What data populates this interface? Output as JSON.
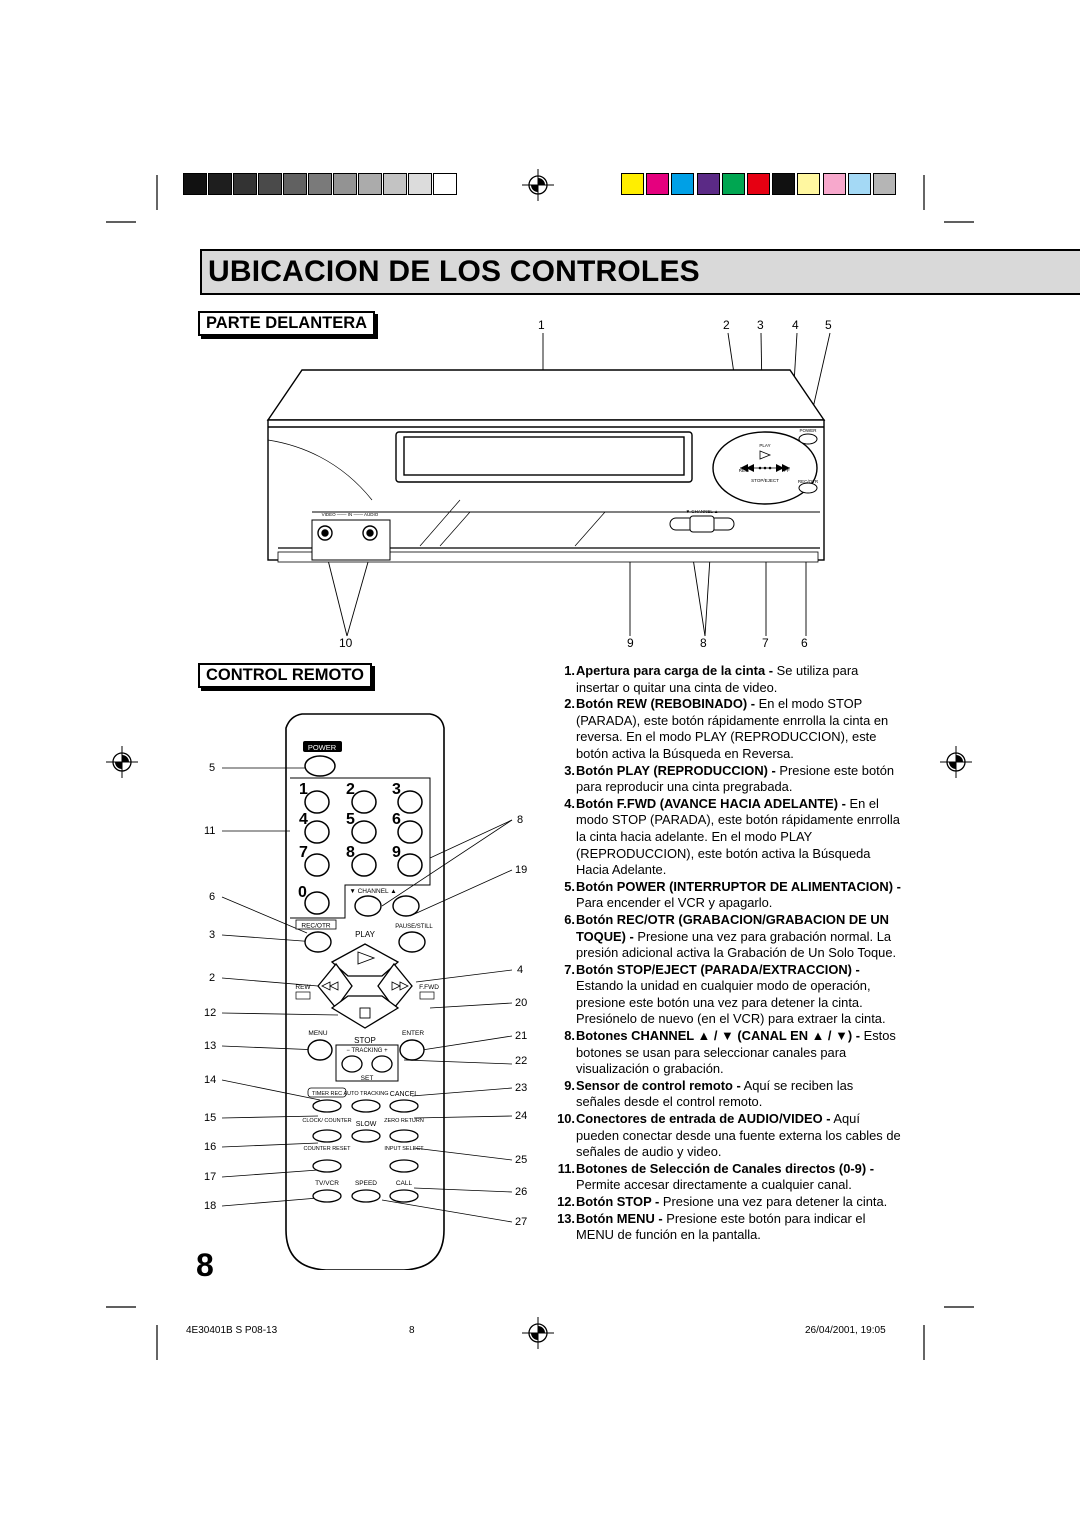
{
  "title": "UBICACION DE LOS CONTROLES",
  "sections": {
    "front": "PARTE DELANTERA",
    "remote": "CONTROL REMOTO"
  },
  "front_callouts_top": [
    "1",
    "2",
    "3",
    "4",
    "5"
  ],
  "front_callouts_bottom": [
    "10",
    "9",
    "8",
    "7",
    "6"
  ],
  "vcr_labels": {
    "power": "POWER",
    "play": "PLAY",
    "rew": "REW",
    "ff": "FF",
    "stop_eject": "STOP/EJECT",
    "rec_otr": "REC/OTR",
    "channel": "▼  CHANNEL  ▲",
    "video_in_audio": "VIDEO ─── IN ─── AUDIO"
  },
  "remote_left_callouts": [
    "5",
    "11",
    "6",
    "3",
    "2",
    "12",
    "13",
    "14",
    "15",
    "16",
    "17",
    "18"
  ],
  "remote_right_callouts": [
    "8",
    "19",
    "4",
    "20",
    "21",
    "22",
    "23",
    "24",
    "25",
    "26",
    "27"
  ],
  "remote_labels": {
    "power": "POWER",
    "digits": [
      "1",
      "2",
      "3",
      "4",
      "5",
      "6",
      "7",
      "8",
      "9",
      "0"
    ],
    "channel": "▼ CHANNEL ▲",
    "rec_otr": "REC/OTR",
    "pause_still": "PAUSE/STILL",
    "play": "PLAY",
    "rew": "REW",
    "ffwd": "F.FWD",
    "menu": "MENU",
    "enter": "ENTER",
    "stop": "STOP",
    "tracking": "− TRACKING +",
    "set": "SET",
    "timer_rec": "TIMER REC",
    "auto_tracking": "AUTO TRACKING",
    "cancel": "CANCEL",
    "clock_counter": "CLOCK/ COUNTER",
    "slow": "SLOW",
    "zero_return": "ZERO RETURN",
    "counter_reset": "COUNTER RESET",
    "input_select": "INPUT SELECT",
    "tv_vcr": "TV/VCR",
    "speed": "SPEED",
    "call": "CALL"
  },
  "descriptions": [
    {
      "num": "1.",
      "label": "Apertura para carga de la cinta -",
      "text": " Se utiliza para insertar o quitar una cinta de video."
    },
    {
      "num": "2.",
      "label": "Botón REW (REBOBINADO) -",
      "text": " En el modo STOP (PARADA), este botón rápidamente enrrolla la cinta en reversa. En el modo PLAY (REPRODUCCION), este botón activa la Búsqueda en Reversa."
    },
    {
      "num": "3.",
      "label": "Botón PLAY (REPRODUCCION) -",
      "text": " Presione este botón para reproducir una cinta pregrabada."
    },
    {
      "num": "4.",
      "label": "Botón F.FWD (AVANCE HACIA ADELANTE) -",
      "text": " En el modo STOP (PARADA), este botón rápidamente enrrolla la cinta hacia adelante. En el modo PLAY (REPRODUCCION), este botón activa la Búsqueda Hacia Adelante."
    },
    {
      "num": "5.",
      "label": "Botón POWER (INTERRUPTOR DE ALIMENTACION) -",
      "text": " Para encender el VCR y apagarlo."
    },
    {
      "num": "6.",
      "label": "Botón REC/OTR (GRABACION/GRABACION DE UN TOQUE) -",
      "text": " Presione una vez para grabación normal. La presión adicional activa la Grabación de Un Solo Toque."
    },
    {
      "num": "7.",
      "label": "Botón STOP/EJECT (PARADA/EXTRACCION) -",
      "text": " Estando la unidad en cualquier modo de operación, presione este botón una vez para detener la cinta. Presiónelo de nuevo (en el VCR) para extraer la cinta."
    },
    {
      "num": "8.",
      "label": "Botones CHANNEL ▲ / ▼ (CANAL EN ▲ / ▼) -",
      "text": " Estos botones se usan para seleccionar canales para visualización o grabación."
    },
    {
      "num": "9.",
      "label": "Sensor de control remoto -",
      "text": " Aquí se reciben las señales desde el control remoto."
    },
    {
      "num": "10.",
      "label": "Conectores de entrada de AUDIO/VIDEO -",
      "text": " Aquí pueden conectar desde una fuente externa los cables de señales de audio y video."
    },
    {
      "num": "11.",
      "label": "Botones de Selección de Canales directos (0-9) -",
      "text": " Permite accesar directamente a cualquier canal."
    },
    {
      "num": "12.",
      "label": "Botón STOP -",
      "text": " Presione una vez para detener la cinta."
    },
    {
      "num": "13.",
      "label": "Botón MENU -",
      "text": " Presione este botón para indicar el MENU de función en la pantalla."
    }
  ],
  "page_number": "8",
  "footer": {
    "code": "4E30401B S P08-13",
    "page": "8",
    "date": "26/04/2001, 19:05"
  },
  "colors": {
    "gray_bars": [
      "#111111",
      "#1e1e1e",
      "#333333",
      "#4a4a4a",
      "#616161",
      "#7a7a7a",
      "#939393",
      "#ababab",
      "#c3c3c3",
      "#dcdcdc",
      "#ffffff"
    ],
    "color_bars": [
      "#ffee00",
      "#e5007e",
      "#00a0e6",
      "#5b2a86",
      "#00a651",
      "#e60012",
      "#111111",
      "#fff7a0",
      "#f7a8cc",
      "#a4d9f5",
      "#b5b5b5"
    ]
  }
}
